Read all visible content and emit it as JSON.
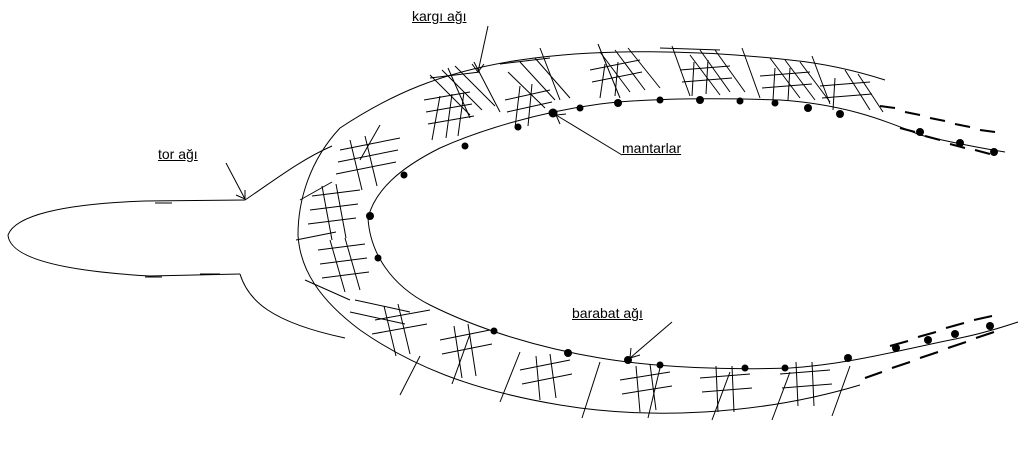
{
  "labels": {
    "kargi": "kargı ağı",
    "tor": "tor ağı",
    "mantarlar": "mantarlar",
    "barabat": "barabat ağı"
  },
  "colors": {
    "ink": "#000000",
    "background": "#ffffff"
  }
}
